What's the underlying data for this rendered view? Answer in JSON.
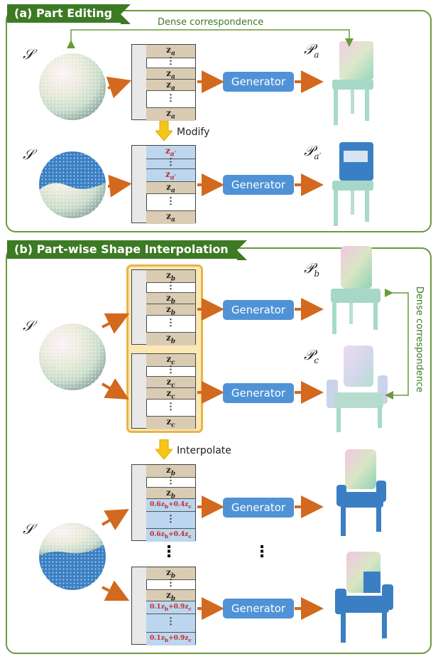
{
  "panel_a": {
    "title": "(a) Part Editing",
    "dense_label": "Dense correspondence",
    "input_symbol": "𝒮",
    "generator_label": "Generator",
    "modify_label": "Modify",
    "output_top": "𝒫",
    "output_top_sub": "a",
    "output_bottom": "𝒫",
    "output_bottom_sub": "a′",
    "code_top": [
      "z",
      "⋮",
      "z",
      "z",
      "⋮",
      "z"
    ],
    "code_top_sub": "a",
    "code_bottom_edit": "z",
    "code_bottom_edit_sub": "a′",
    "ellipsis": "⋮"
  },
  "panel_b": {
    "title": "(b) Part-wise Shape Interpolation",
    "dense_label": "Dense correspondence",
    "input_symbol": "𝒮",
    "generator_label": "Generator",
    "interpolate_label": "Interpolate",
    "output_b": "𝒫",
    "output_b_sub": "b",
    "output_c": "𝒫",
    "output_c_sub": "c",
    "z": "z",
    "sub_b": "b",
    "sub_c": "c",
    "mix1": "0.6z_b+0.4z_c",
    "mix1_coef_b": "0.6",
    "mix1_coef_c": "0.4",
    "mix2_coef_b": "0.1",
    "mix2_coef_c": "0.9",
    "ellipsis": "⋮"
  },
  "colors": {
    "panel_border": "#6a9a3a",
    "banner": "#3d7a24",
    "generator": "#4f92d6",
    "arrow": "#d2691e",
    "modify_arrow": "#f5c518",
    "tan_cell": "#d9ccb3",
    "blue_cell": "#bcd6ef",
    "blue_points": "#3a7fc4"
  }
}
